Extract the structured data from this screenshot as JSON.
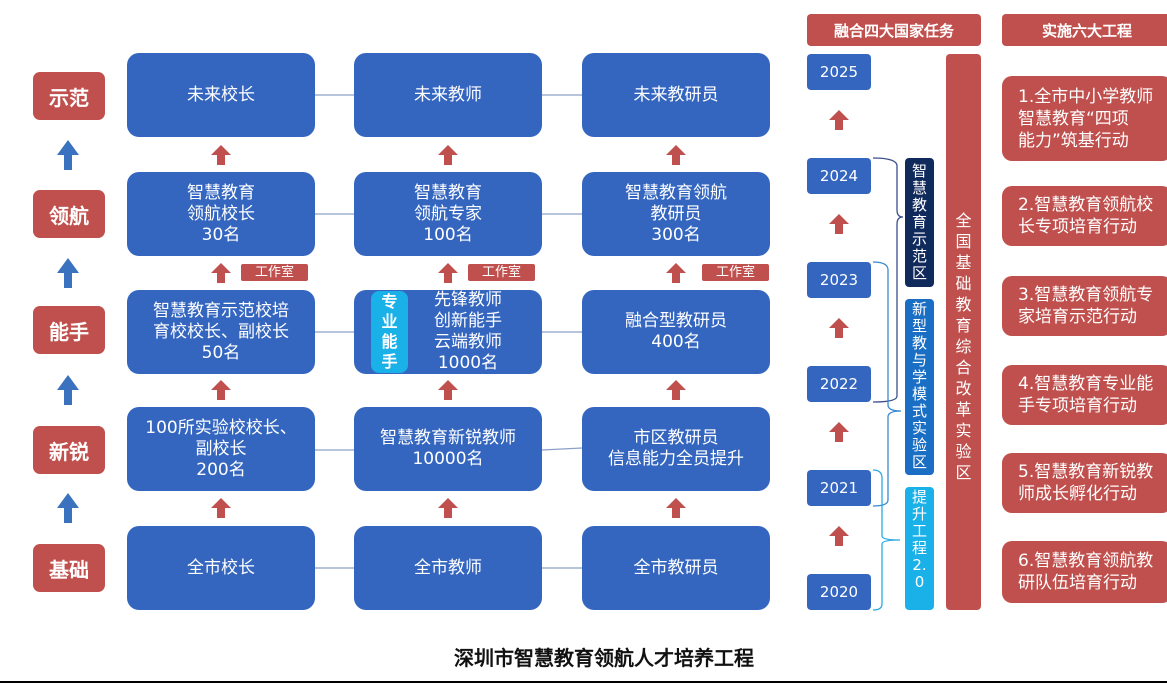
{
  "levels": [
    "示范",
    "领航",
    "能手",
    "新锐",
    "基础"
  ],
  "grid": [
    [
      "未来校长",
      "未来教师",
      "未来教研员"
    ],
    [
      "智慧教育\n领航校长\n30名",
      "智慧教育\n领航专家\n100名",
      "智慧教育领航\n教研员\n300名"
    ],
    [
      "智慧教育示范校培\n育校校长、副校长\n50名",
      "先锋教师\n创新能手\n云端教师\n1000名",
      "融合型教研员\n400名"
    ],
    [
      "100所实验校校长、\n副校长\n200名",
      "智慧教育新锐教师\n10000名",
      "市区教研员\n信息能力全员提升"
    ],
    [
      "全市校长",
      "全市教师",
      "全市教研员"
    ]
  ],
  "studio_tag": "工作室",
  "expert_badge": "专业能手",
  "tasks_header": "融合四大国家任务",
  "projects_header": "实施六大工程",
  "years": [
    "2025",
    "2024",
    "2023",
    "2022",
    "2021",
    "2020"
  ],
  "zones": {
    "demo": "智慧教育示范区",
    "new_model": "新型教与学模式实验区",
    "upgrade": "提升工程2.0",
    "national": "全国基础教育综合改革实验区"
  },
  "actions": [
    "1.全市中小学教师\n智慧教育“四项\n能力”筑基行动",
    "2.智慧教育领航校\n长专项培育行动",
    "3.智慧教育领航专\n家培育示范行动",
    "4.智慧教育专业能\n手专项培育行动",
    "5.智慧教育新锐教\n师成长孵化行动",
    "6.智慧教育领航教\n研队伍培育行动"
  ],
  "title": "深圳市智慧教育领航人才培养工程",
  "colors": {
    "blue": "#3466c0",
    "red": "#c0504d",
    "navy": "#102a5c",
    "mid_blue": "#1a6fc4",
    "cyan": "#1ab0e8"
  }
}
